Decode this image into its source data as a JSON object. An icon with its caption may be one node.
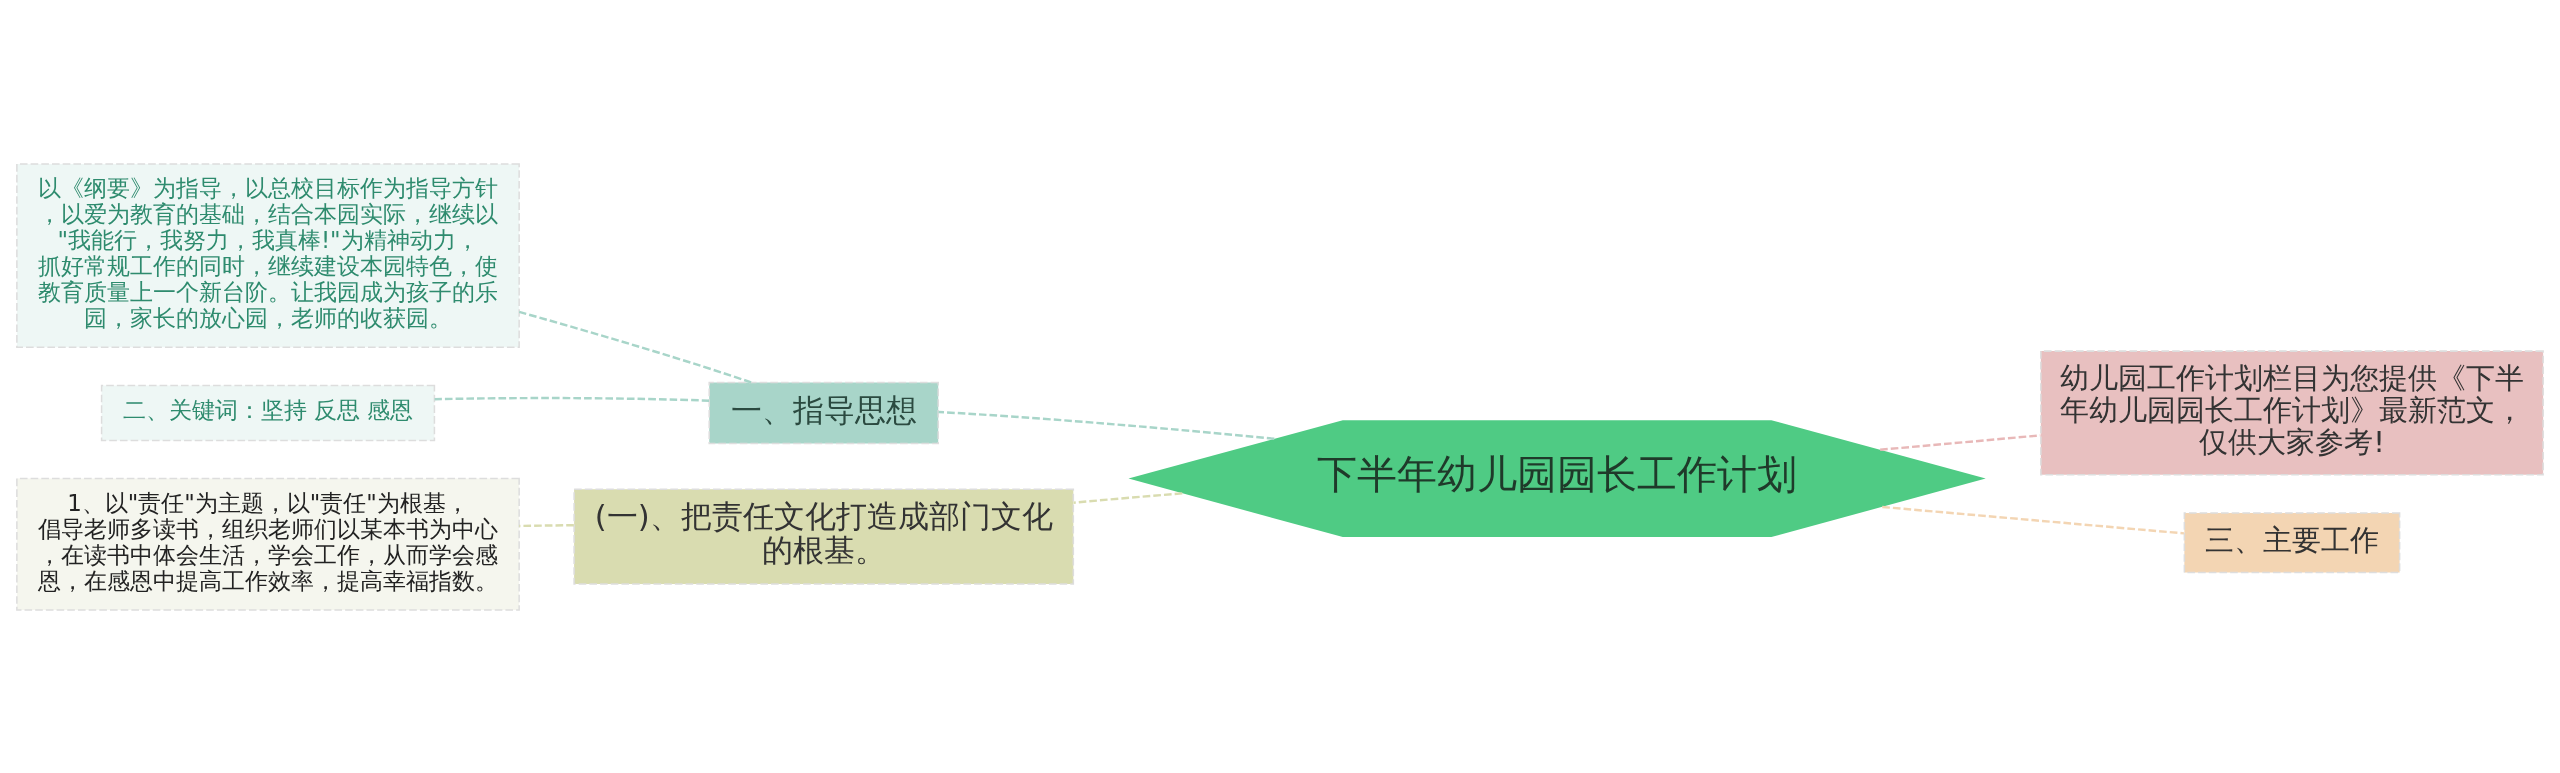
{
  "diagram": {
    "nodes": [
      {
        "text": [
          "下半年幼儿园园长工作计划"
        ]
      },
      {
        "text": [
          "一、指导思想"
        ]
      },
      {
        "text": [
          "以《纲要》为指导，以总校目标作为指导方针，以爱为教育的基础，结合本园实际，继续以\"我能行，我努力，我真棒!\"为精神动力，抓好常规工作的同时，继续建设本园特色，使教育质量上一个新台阶。让我园成为孩子的乐园，家长的放心园，老师的收获园。"
        ]
      },
      {
        "text": [
          "二、关键词：坚持 反思 感恩"
        ]
      },
      {
        "text": [
          "(一)、把责任文化打造成部门文化的根基。"
        ]
      },
      {
        "text": [
          "1、以\"责任\"为主题，以\"责任\"为根基，倡导老师多读书，组织老师们以某本书为中心，在读书中体会生活，学会工作，从而学会感恩，在感恩中提高工作效率，提高幸福指数。"
        ]
      },
      {
        "text": [
          "幼儿园工作计划栏目为您提供《下半年幼儿园园长工作计划》最新范文，仅供大家参考!"
        ]
      },
      {
        "text": [
          "三、主要工作"
        ]
      }
    ],
    "edges": [
      {
        "from": 0,
        "to": 1,
        "arrow": "none",
        "style": "dashed",
        "color": "#a8d5c9"
      },
      {
        "from": 1,
        "to": 2,
        "arrow": "none",
        "style": "dashed",
        "color": "#a8d5c9"
      },
      {
        "from": 1,
        "to": 3,
        "arrow": "none",
        "style": "dashed",
        "color": "#a8d5c9"
      },
      {
        "from": 0,
        "to": 4,
        "arrow": "none",
        "style": "dashed",
        "color": "#d9dcb0"
      },
      {
        "from": 4,
        "to": 5,
        "arrow": "none",
        "style": "dashed",
        "color": "#d9dcb0"
      },
      {
        "from": 0,
        "to": 6,
        "arrow": "none",
        "style": "dashed",
        "color": "#e8b8b8"
      },
      {
        "from": 0,
        "to": 7,
        "arrow": "none",
        "style": "dashed",
        "color": "#f3d5b3"
      }
    ]
  }
}
